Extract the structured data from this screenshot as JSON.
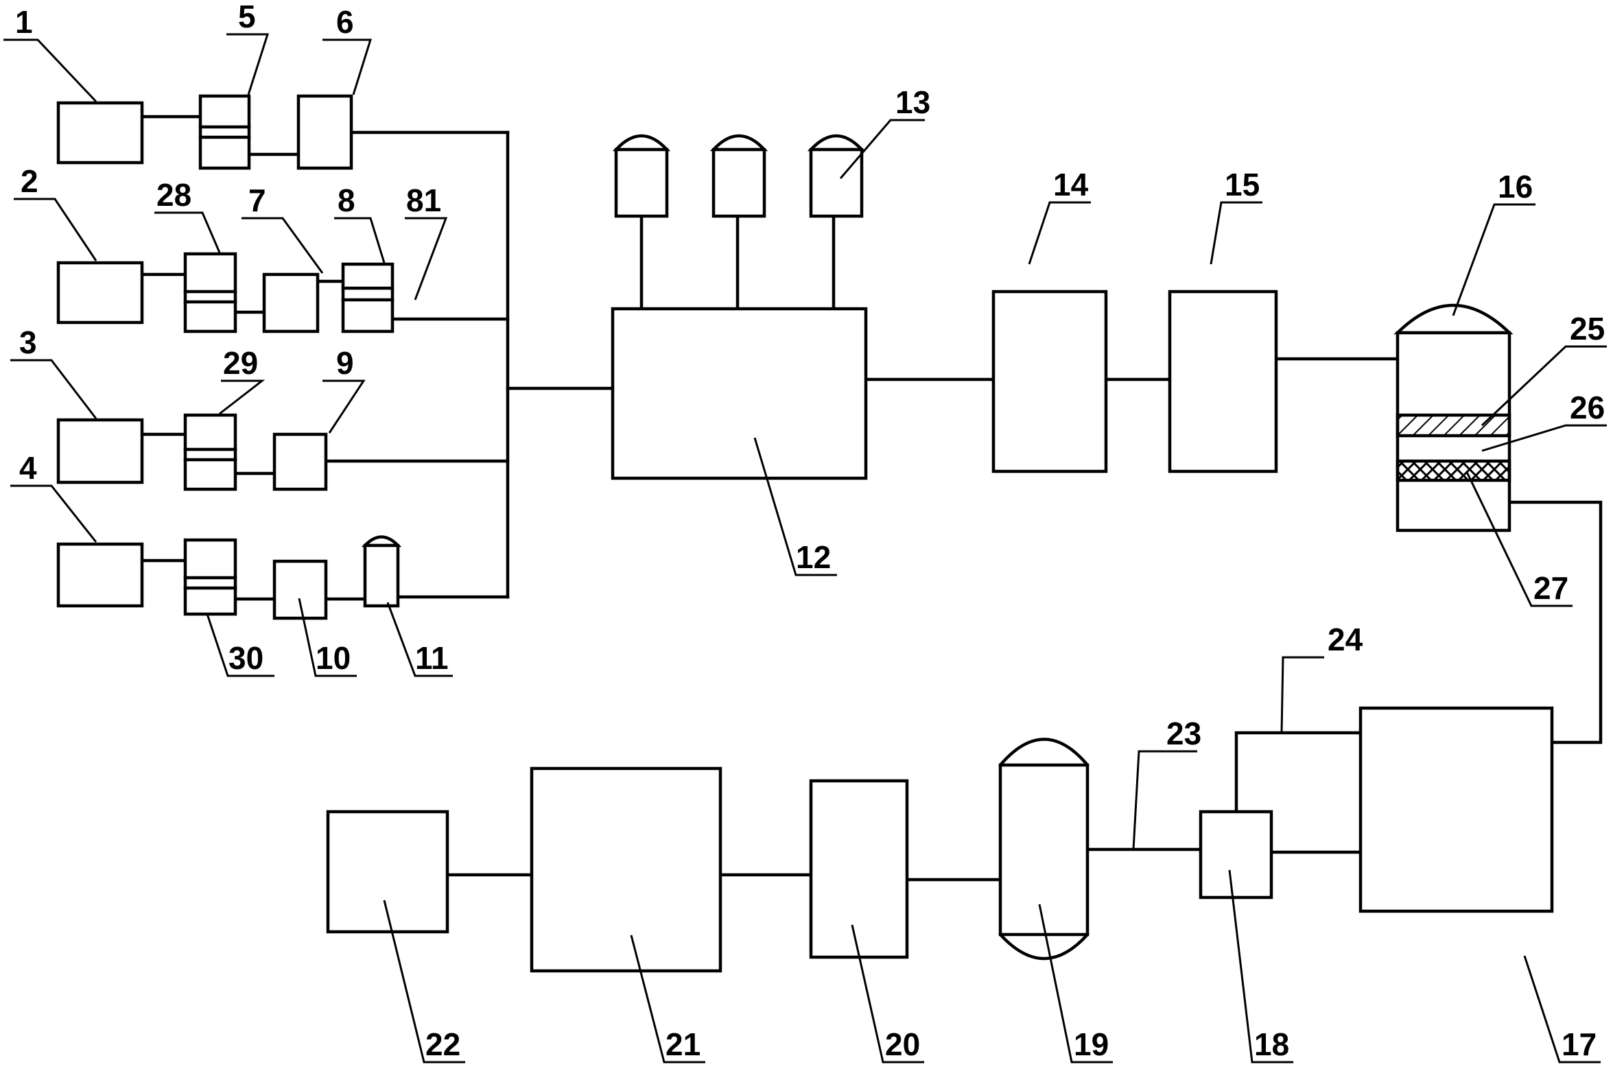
{
  "diagram": {
    "labels": {
      "n1": "1",
      "n2": "2",
      "n3": "3",
      "n4": "4",
      "n5": "5",
      "n6": "6",
      "n7": "7",
      "n8": "8",
      "n81": "81",
      "n9": "9",
      "n10": "10",
      "n11": "11",
      "n12": "12",
      "n13": "13",
      "n14": "14",
      "n15": "15",
      "n16": "16",
      "n17": "17",
      "n18": "18",
      "n19": "19",
      "n20": "20",
      "n21": "21",
      "n22": "22",
      "n23": "23",
      "n24": "24",
      "n25": "25",
      "n26": "26",
      "n27": "27",
      "n28": "28",
      "n29": "29",
      "n30": "30"
    }
  }
}
